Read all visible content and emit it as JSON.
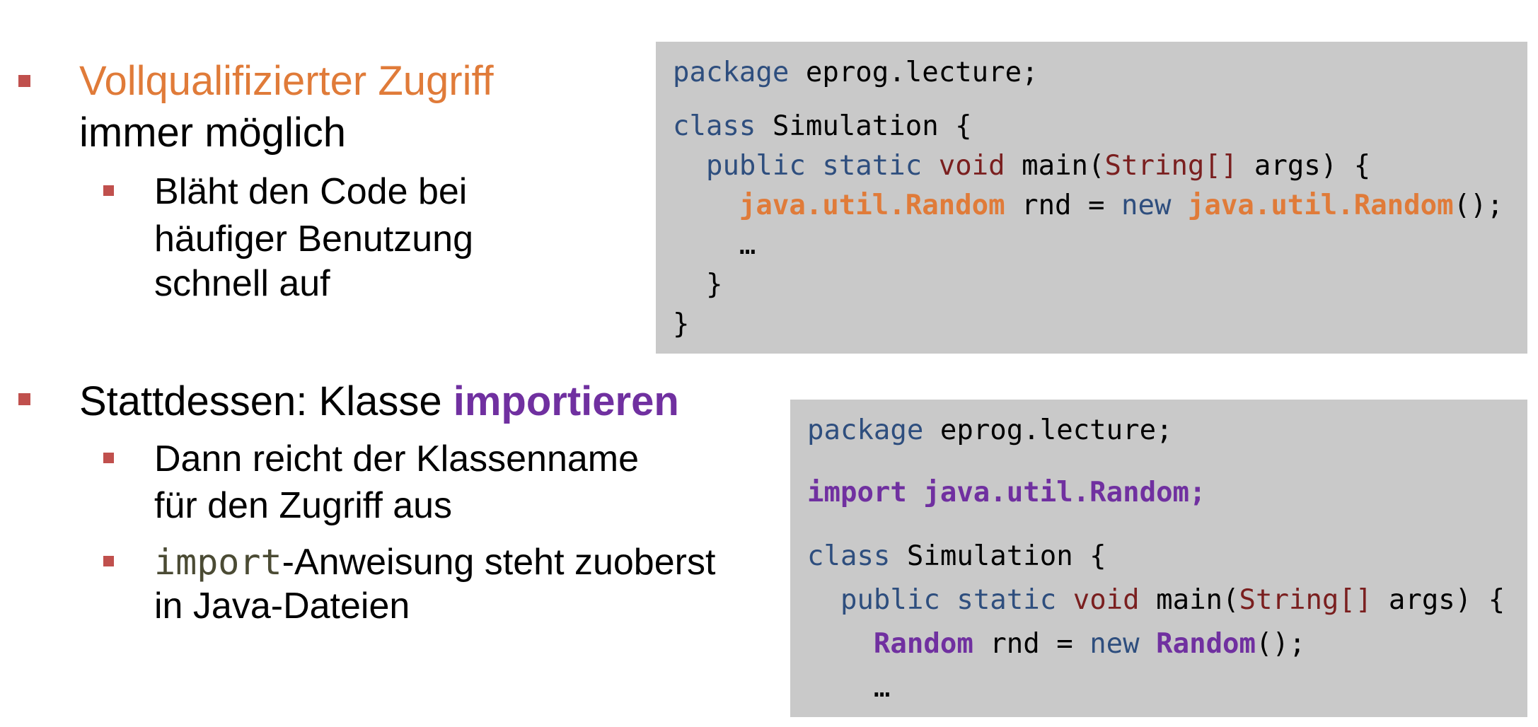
{
  "bullets": {
    "b1": {
      "highlight": "Vollqualifizierter Zugriff",
      "rest": "immer möglich",
      "sub": [
        "Bläht den Code bei",
        "häufiger Benutzung",
        "schnell auf"
      ]
    },
    "b2": {
      "prefix": "Stattdessen: Klasse ",
      "highlight": "importieren",
      "sub1": [
        "Dann reicht der Klassenname",
        "für den Zugriff aus"
      ],
      "sub2_code": "import",
      "sub2_rest": "-Anweisung steht zuoberst",
      "sub2_line2": "in Java-Dateien"
    }
  },
  "code1": {
    "pkg_kw": "package",
    "pkg_name": " eprog.lecture;",
    "class_kw": "class",
    "class_name": " Simulation {",
    "indent1": "  ",
    "public": "public",
    "static": " static",
    "void": " void",
    "main": " main(",
    "string_type": "String[]",
    "args": " args) {",
    "indent2": "    ",
    "fq_type": "java.util.Random",
    "rnd_assign": " rnd = ",
    "new_kw": "new",
    "space": " ",
    "fq_ctor": "java.util.Random",
    "ctor_end": "();",
    "ellipsis": "    …",
    "close_inner": "  }",
    "close_outer": "}"
  },
  "code2": {
    "pkg_kw": "package",
    "pkg_name": " eprog.lecture;",
    "import_line": "import java.util.Random;",
    "class_kw": "class",
    "class_name": " Simulation {",
    "indent1": "  ",
    "public": "public",
    "static": " static",
    "void": " void",
    "main": " main(",
    "string_type": "String[]",
    "args": " args) {",
    "indent2": "    ",
    "type": "Random",
    "rnd_assign": " rnd = ",
    "new_kw": "new",
    "space": " ",
    "ctor": "Random",
    "ctor_end": "();",
    "ellipsis": "    …"
  }
}
